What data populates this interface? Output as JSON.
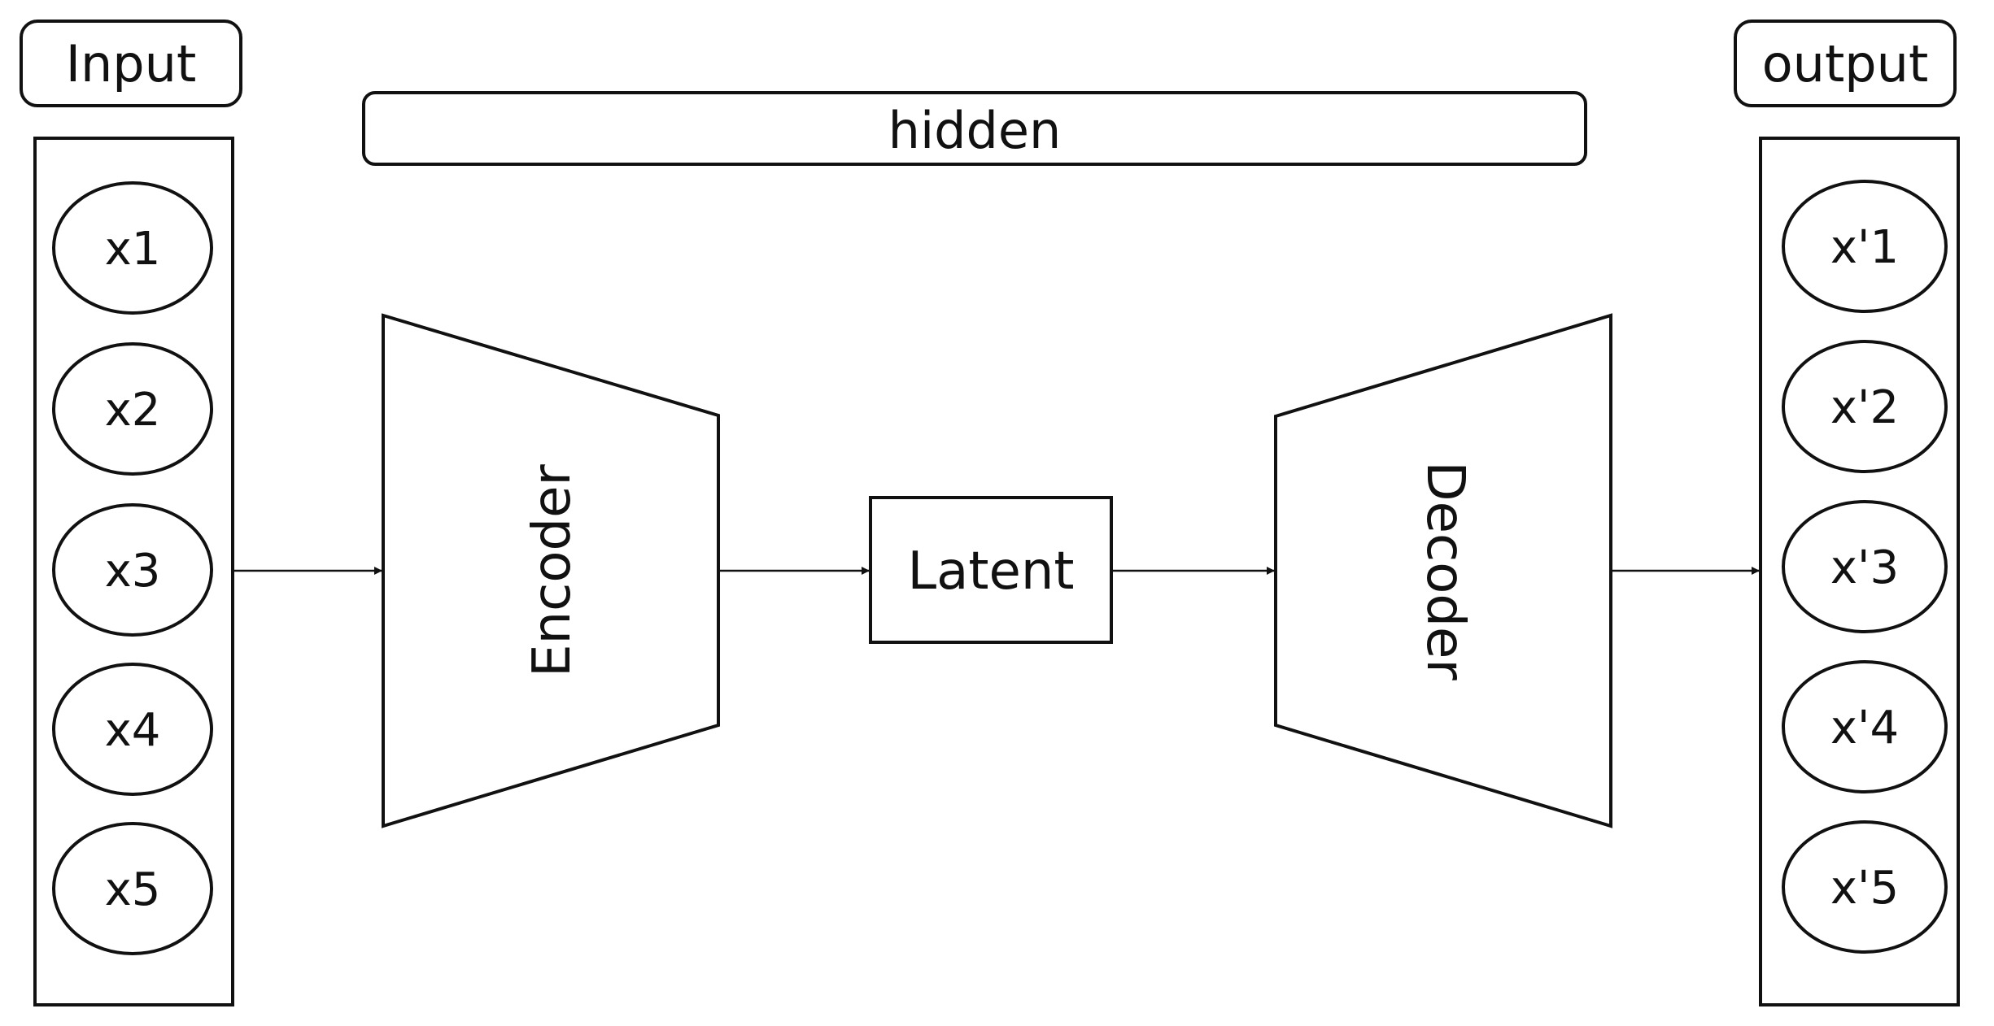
{
  "input": {
    "title": "Input",
    "nodes": [
      "x1",
      "x2",
      "x3",
      "x4",
      "x5"
    ]
  },
  "output": {
    "title": "output",
    "nodes": [
      "x'1",
      "x'2",
      "x'3",
      "x'4",
      "x'5"
    ]
  },
  "hidden": {
    "label": "hidden"
  },
  "encoder": {
    "label": "Encoder"
  },
  "latent": {
    "label": "Latent"
  },
  "decoder": {
    "label": "Decoder"
  },
  "colors": {
    "stroke": "#111111",
    "background": "#ffffff"
  }
}
